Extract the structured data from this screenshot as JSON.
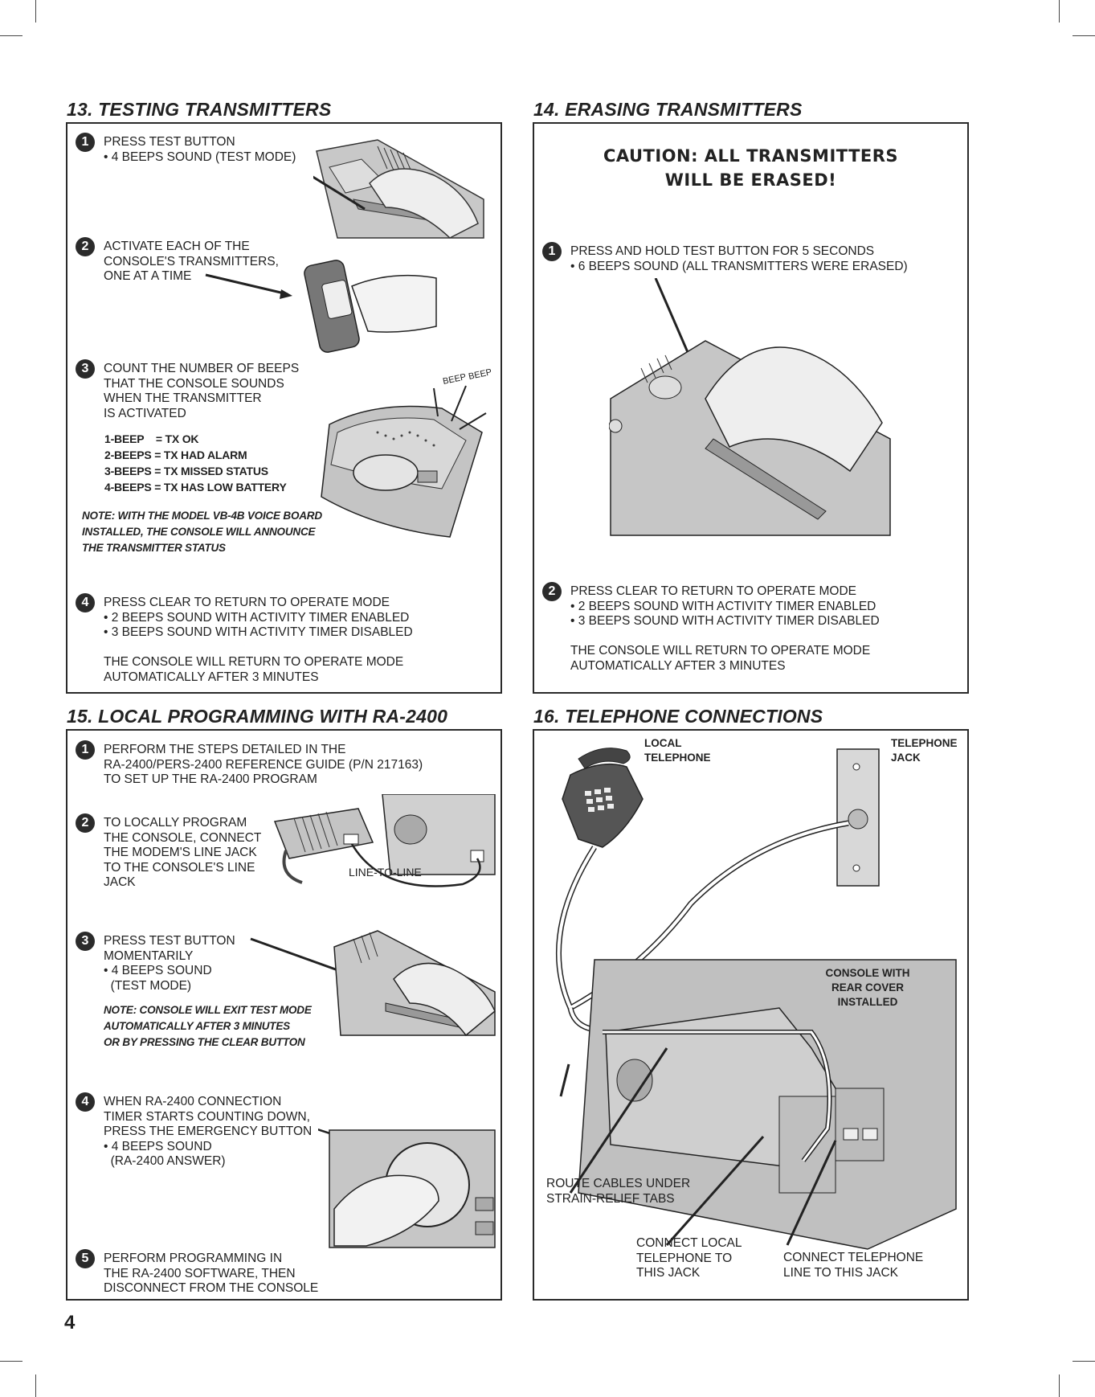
{
  "page_number": "4",
  "s13": {
    "title": "13. TESTING TRANSMITTERS",
    "step1": {
      "num": "1",
      "lines": [
        "PRESS TEST BUTTON",
        "• 4 BEEPS SOUND (TEST MODE)"
      ]
    },
    "step2": {
      "num": "2",
      "lines": [
        "ACTIVATE EACH OF THE",
        "CONSOLE'S TRANSMITTERS,",
        "ONE AT A TIME"
      ]
    },
    "step3": {
      "num": "3",
      "lines": [
        "COUNT THE NUMBER OF BEEPS",
        "THAT THE CONSOLE SOUNDS",
        "WHEN THE TRANSMITTER",
        "IS ACTIVATED"
      ]
    },
    "beep_codes": [
      "1-BEEP    = TX OK",
      "2-BEEPS = TX HAD ALARM",
      "3-BEEPS = TX MISSED STATUS",
      "4-BEEPS = TX HAS LOW BATTERY"
    ],
    "beep_label_1": "BEEP",
    "beep_label_2": "BEEP",
    "note": [
      "NOTE: WITH THE MODEL VB-4B VOICE BOARD",
      "INSTALLED, THE CONSOLE WILL ANNOUNCE",
      "THE TRANSMITTER STATUS"
    ],
    "step4": {
      "num": "4",
      "lines": [
        "PRESS CLEAR TO RETURN TO OPERATE MODE",
        "• 2 BEEPS SOUND WITH ACTIVITY TIMER ENABLED",
        "• 3 BEEPS SOUND WITH ACTIVITY TIMER DISABLED",
        " ",
        "THE CONSOLE WILL RETURN TO OPERATE MODE",
        "AUTOMATICALLY AFTER 3 MINUTES"
      ]
    }
  },
  "s14": {
    "title": "14. ERASING TRANSMITTERS",
    "caution": [
      "CAUTION: ALL TRANSMITTERS",
      "WILL BE ERASED!"
    ],
    "step1": {
      "num": "1",
      "lines": [
        "PRESS AND HOLD TEST BUTTON FOR 5 SECONDS",
        "• 6 BEEPS SOUND (ALL TRANSMITTERS WERE ERASED)"
      ]
    },
    "step2": {
      "num": "2",
      "lines": [
        "PRESS CLEAR TO RETURN TO OPERATE MODE",
        "• 2 BEEPS SOUND WITH ACTIVITY TIMER ENABLED",
        "• 3 BEEPS SOUND WITH ACTIVITY TIMER DISABLED",
        " ",
        "THE CONSOLE WILL RETURN TO OPERATE MODE",
        "AUTOMATICALLY AFTER 3 MINUTES"
      ]
    }
  },
  "s15": {
    "title": "15. LOCAL PROGRAMMING WITH RA-2400",
    "step1": {
      "num": "1",
      "lines": [
        "PERFORM THE STEPS DETAILED IN THE",
        "RA-2400/PERS-2400 REFERENCE GUIDE (P/N 217163)",
        "TO SET UP THE RA-2400 PROGRAM"
      ]
    },
    "step2": {
      "num": "2",
      "lines": [
        "TO LOCALLY PROGRAM",
        "THE CONSOLE, CONNECT",
        "THE MODEM'S LINE JACK",
        "TO THE CONSOLE'S LINE",
        "JACK"
      ]
    },
    "line_to_line": "LINE-TO-LINE",
    "step3": {
      "num": "3",
      "lines": [
        "PRESS TEST BUTTON",
        "MOMENTARILY",
        "• 4 BEEPS SOUND",
        "  (TEST MODE)"
      ]
    },
    "note": [
      "NOTE: CONSOLE WILL EXIT TEST MODE",
      "AUTOMATICALLY AFTER 3 MINUTES",
      "OR BY PRESSING THE CLEAR BUTTON"
    ],
    "step4": {
      "num": "4",
      "lines": [
        "WHEN RA-2400 CONNECTION",
        "TIMER STARTS COUNTING DOWN,",
        "PRESS THE EMERGENCY BUTTON",
        "• 4 BEEPS SOUND",
        "  (RA-2400 ANSWER)"
      ]
    },
    "step5": {
      "num": "5",
      "lines": [
        "PERFORM PROGRAMMING IN",
        "THE RA-2400 SOFTWARE, THEN",
        "DISCONNECT FROM THE CONSOLE"
      ]
    }
  },
  "s16": {
    "title": "16. TELEPHONE CONNECTIONS",
    "local_telephone": [
      "LOCAL",
      "TELEPHONE"
    ],
    "telephone_jack": [
      "TELEPHONE",
      "JACK"
    ],
    "console_label": [
      "CONSOLE WITH",
      "REAR COVER",
      "INSTALLED"
    ],
    "route_cables": [
      "ROUTE CABLES UNDER",
      "STRAIN-RELIEF TABS"
    ],
    "connect_local": [
      "CONNECT LOCAL",
      "TELEPHONE TO",
      "THIS JACK"
    ],
    "connect_line": [
      "CONNECT TELEPHONE",
      "LINE TO THIS JACK"
    ]
  },
  "colors": {
    "ink": "#222222",
    "illustration_gray": "#bdbdbd",
    "panel_border": "#2a2a2a"
  }
}
